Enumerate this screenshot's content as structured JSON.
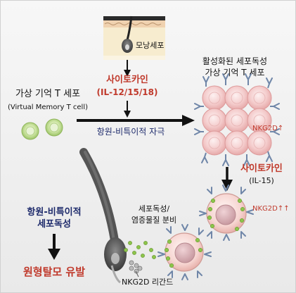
{
  "skin_cell_label": "모낭세포",
  "cytokine_top": {
    "title": "사이토카인",
    "subtitle": "(IL-12/15/18)"
  },
  "virtual_memory": {
    "title": "가상 기억 T 세포",
    "subtitle": "(Virtual Memory T cell)"
  },
  "stimulus_label": "항원-비특이적 자극",
  "activated": {
    "line1": "활성화된 세포독성",
    "line2": "가상 기억 T 세포"
  },
  "nkg2d_up_1": "NKG2D↑",
  "cytokine_right": {
    "title": "사이토카인",
    "subtitle": "(IL-15)"
  },
  "nkg2d_up_2": "NKG2D↑↑",
  "cytotoxic_secretion": {
    "line1": "세포독성/",
    "line2": "염증물질 분비"
  },
  "nonspecific": {
    "line1": "항원-비특이적",
    "line2": "세포독성"
  },
  "outcome": "원형탈모 유발",
  "ligand_label": "NKG2D 리간드",
  "colors": {
    "cytokine_red": "#c0392b",
    "navy": "#1d2a6b",
    "green_cell": "#b9d98a",
    "pink_cell": "#f3c7c7"
  }
}
